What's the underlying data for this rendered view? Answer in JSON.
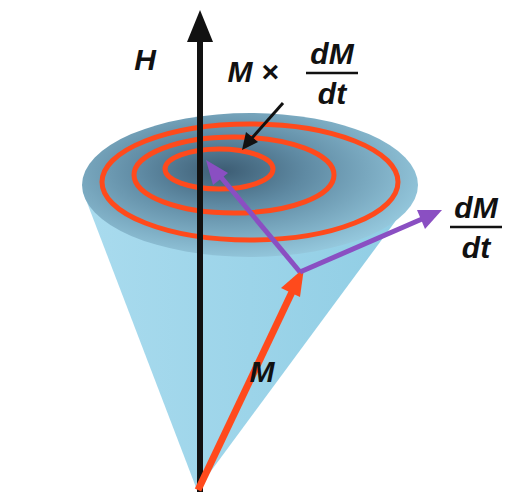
{
  "diagram": {
    "labels": [
      "H",
      "M ×",
      "dM",
      "dt",
      "dM",
      "dt",
      "M"
    ]
  }
}
